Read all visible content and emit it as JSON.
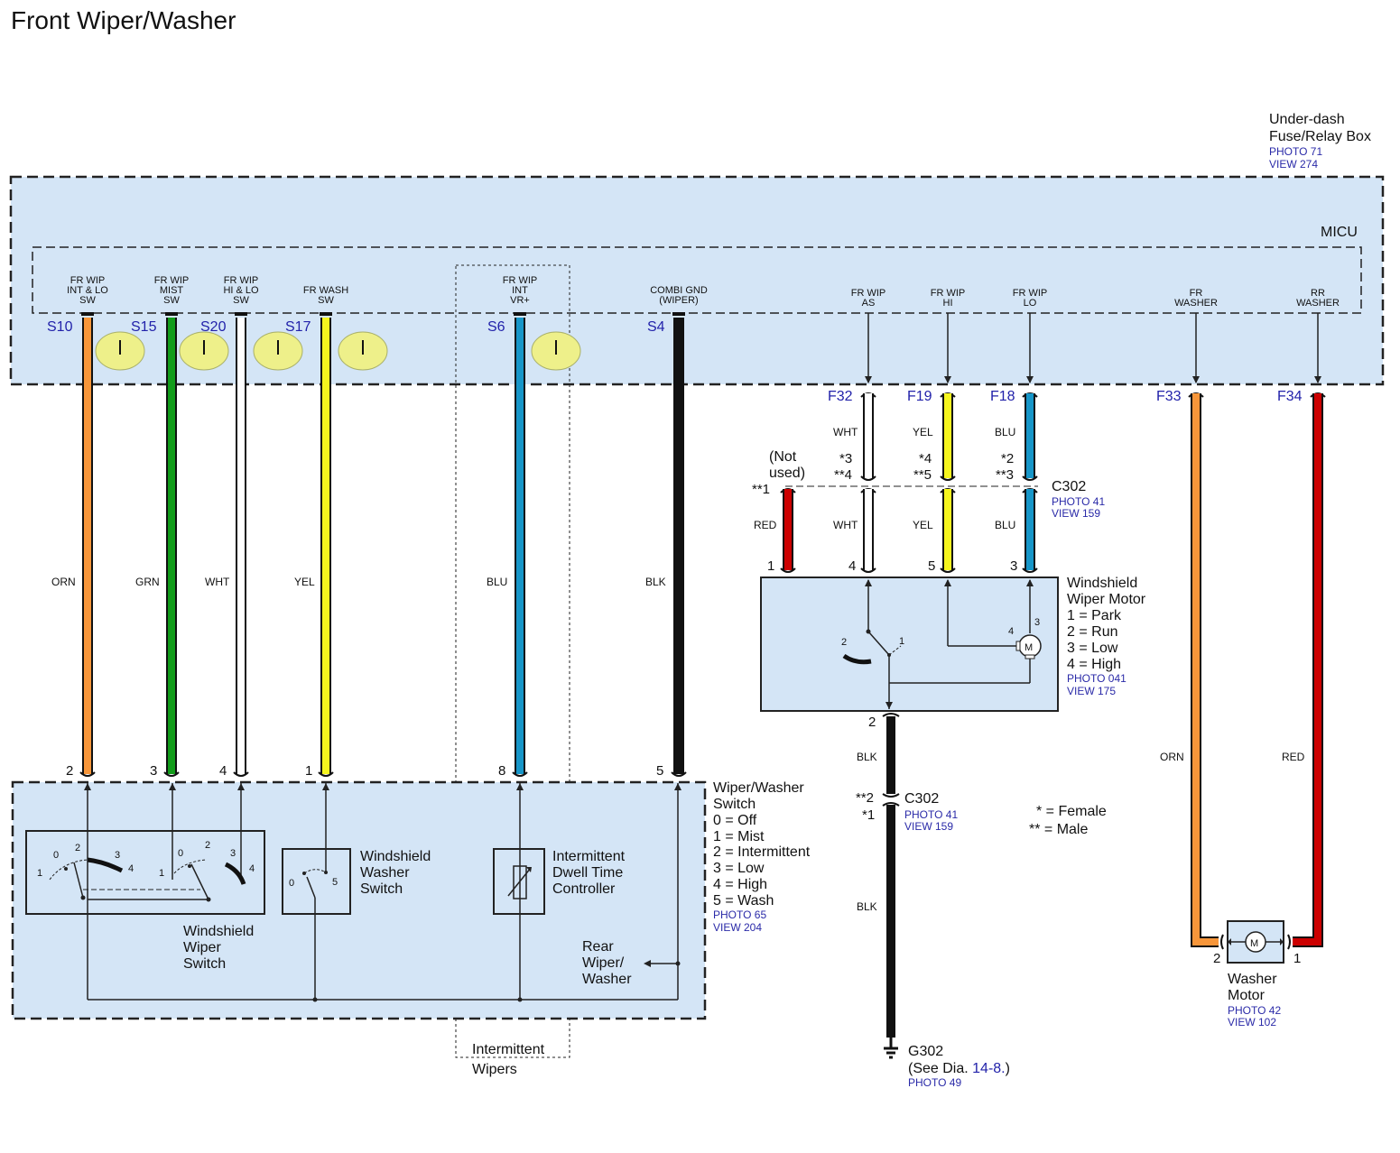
{
  "title": "Front Wiper/Washer",
  "fuse_box": {
    "name_line1": "Under-dash",
    "name_line2": "Fuse/Relay Box",
    "photo": "PHOTO 71",
    "view": "VIEW 274",
    "micu": "MICU"
  },
  "terminals": [
    {
      "id": "S10",
      "label_lines": [
        "FR WIP",
        "INT & LO",
        "SW"
      ],
      "color": "ORN",
      "hex": "#f7963a",
      "pin": "2"
    },
    {
      "id": "S15",
      "label_lines": [
        "FR WIP",
        "MIST",
        "SW"
      ],
      "color": "GRN",
      "hex": "#129c1a",
      "pin": "3"
    },
    {
      "id": "S20",
      "label_lines": [
        "FR WIP",
        "HI & LO",
        "SW"
      ],
      "color": "WHT",
      "hex": "#ffffff",
      "pin": "4"
    },
    {
      "id": "S17",
      "label_lines": [
        "FR WASH",
        "SW"
      ],
      "color": "YEL",
      "hex": "#f5f51e",
      "pin": "1"
    },
    {
      "id": "S6",
      "label_lines": [
        "FR WIP",
        "INT",
        "VR+"
      ],
      "color": "BLU",
      "hex": "#1796c8",
      "pin": "8"
    },
    {
      "id": "S4",
      "label_lines": [
        "COMBI GND",
        "(WIPER)"
      ],
      "color": "BLK",
      "hex": "#111111",
      "pin": "5"
    }
  ],
  "f_terminals": [
    {
      "id": "F32",
      "label_lines": [
        "FR WIP",
        "AS"
      ],
      "color": "WHT",
      "hex": "#ffffff",
      "c302_female": "*3",
      "c302_male": "**4",
      "motor_pin": "4"
    },
    {
      "id": "F19",
      "label_lines": [
        "FR WIP",
        "HI"
      ],
      "color": "YEL",
      "hex": "#f5f51e",
      "c302_female": "*4",
      "c302_male": "**5",
      "motor_pin": "5"
    },
    {
      "id": "F18",
      "label_lines": [
        "FR WIP",
        "LO"
      ],
      "color": "BLU",
      "hex": "#1796c8",
      "c302_female": "*2",
      "c302_male": "**3",
      "motor_pin": "3"
    },
    {
      "id": "F33",
      "label_lines": [
        "FR",
        "WASHER"
      ],
      "color": "ORN",
      "hex": "#f7963a",
      "motor_pin": "2"
    },
    {
      "id": "F34",
      "label_lines": [
        "RR",
        "WASHER"
      ],
      "color": "RED",
      "hex": "#cc0000",
      "motor_pin": "1"
    }
  ],
  "not_used": {
    "line1": "(Not",
    "line2": "used)",
    "pin": "**1",
    "color": "RED",
    "hex": "#cc0000",
    "motor_pin": "1"
  },
  "c302_upper": {
    "name": "C302",
    "photo": "PHOTO 41",
    "view": "VIEW 159"
  },
  "c302_lower": {
    "name": "C302",
    "photo": "PHOTO 41",
    "view": "VIEW 159",
    "male_pin": "**2",
    "female_pin": "*1"
  },
  "wiper_motor": {
    "name_lines": [
      "Windshield",
      "Wiper Motor"
    ],
    "legend": [
      "1 = Park",
      "2 = Run",
      "3 = Low",
      "4 = High"
    ],
    "photo": "PHOTO 041",
    "view": "VIEW 175",
    "ground_pin": "2",
    "switch_labels": [
      "2",
      "1"
    ],
    "motor_pins": [
      "4",
      "3"
    ],
    "motor_symbol": "M"
  },
  "ground_wire": {
    "color_upper": "BLK",
    "color_lower": "BLK"
  },
  "ground": {
    "name": "G302",
    "see_prefix": "(See Dia.",
    "see_link": "14-8.",
    "see_suffix": ")",
    "photo": "PHOTO 49"
  },
  "key": {
    "female": "* = Female",
    "male": "** = Male"
  },
  "washer_motor": {
    "name_lines": [
      "Washer",
      "Motor"
    ],
    "photo": "PHOTO 42",
    "view": "VIEW 102",
    "pin_left": "2",
    "pin_right": "1",
    "symbol": "M"
  },
  "switch_box": {
    "name_lines": [
      "Wiper/Washer",
      "Switch"
    ],
    "legend": [
      "0 = Off",
      "1 = Mist",
      "2 = Intermittent",
      "3 = Low",
      "4 = High",
      "5 = Wash"
    ],
    "photo": "PHOTO 65",
    "view": "VIEW 204",
    "wiper_switch_lines": [
      "Windshield",
      "Wiper",
      "Switch"
    ],
    "washer_switch_lines": [
      "Windshield",
      "Washer",
      "Switch"
    ],
    "dwell_lines": [
      "Intermittent",
      "Dwell Time",
      "Controller"
    ],
    "rear_lines": [
      "Rear",
      "Wiper/",
      "Washer"
    ],
    "wiper_pos_a": [
      "0",
      "2",
      "1",
      "3",
      "4"
    ],
    "wiper_pos_b": [
      "0",
      "2",
      "1",
      "3",
      "4"
    ],
    "washer_pos": [
      "0",
      "5"
    ]
  },
  "intermittent_label": [
    "Intermittent",
    "Wipers"
  ]
}
